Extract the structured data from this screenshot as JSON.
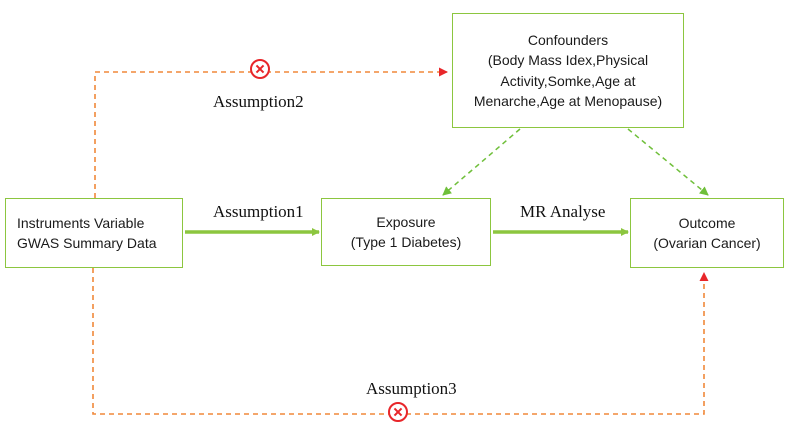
{
  "nodes": {
    "confounders": {
      "lines": [
        "Confounders",
        "(Body Mass Idex,Physical",
        "Activity,Somke,Age at",
        "Menarche,Age at Menopause)"
      ]
    },
    "instruments": {
      "lines": [
        "Instruments Variable",
        "GWAS Summary Data"
      ]
    },
    "exposure": {
      "lines": [
        "Exposure",
        "(Type 1 Diabetes)"
      ]
    },
    "outcome": {
      "lines": [
        "Outcome",
        "(Ovarian Cancer)"
      ]
    }
  },
  "edges": {
    "assumption1": "Assumption1",
    "assumption2": "Assumption2",
    "assumption3": "Assumption3",
    "mr_analyse": "MR Analyse"
  },
  "colors": {
    "box_border": "#8cc63f",
    "solid_arrow": "#8cc63f",
    "dashed_green": "#6fbf3a",
    "dashed_orange": "#f0883a",
    "violation_mark": "#e8262a"
  },
  "icons": {
    "assumption2_violation": "x-circle-icon",
    "assumption3_violation": "x-circle-icon"
  }
}
